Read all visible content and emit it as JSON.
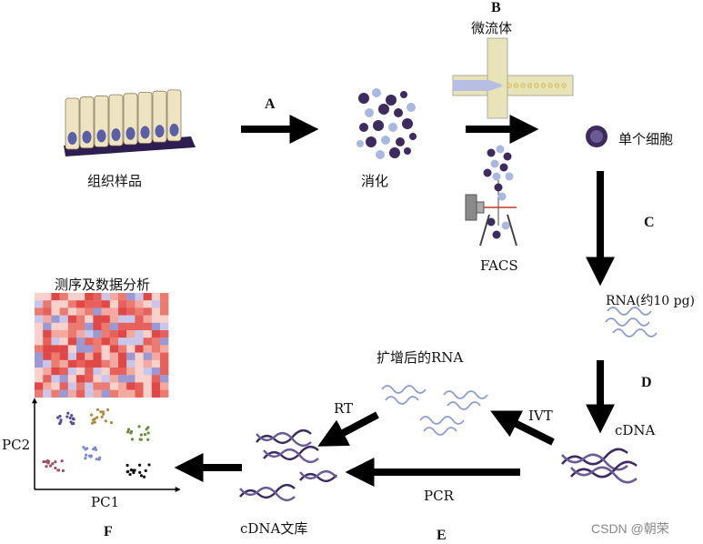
{
  "diagram": {
    "steps": {
      "a": "A",
      "b": "B",
      "c": "C",
      "d": "D",
      "e": "E",
      "f": "F"
    },
    "labels": {
      "tissue": "组织样品",
      "digest": "消化",
      "microfluidic": "微流体",
      "facs": "FACS",
      "single_cell": "单个细胞",
      "rna": "RNA(约10 pg)",
      "cdna": "cDNA",
      "ivt": "IVT",
      "rt": "RT",
      "pcr": "PCR",
      "amplified_rna": "扩增后的RNA",
      "cdna_library": "cDNA文库",
      "sequencing": "测序及数据分析",
      "pc1": "PC1",
      "pc2": "PC2"
    },
    "watermark": "CSDN @朝荣",
    "colors": {
      "cell_body": "#efe4c2",
      "nucleus": "#5a5fa8",
      "cell_dark": "#3d2a5e",
      "cell_light": "#a9b8e0",
      "arrow": "#000000",
      "heatmap_red": "#e05050",
      "heatmap_blue": "#8a86c8"
    }
  }
}
